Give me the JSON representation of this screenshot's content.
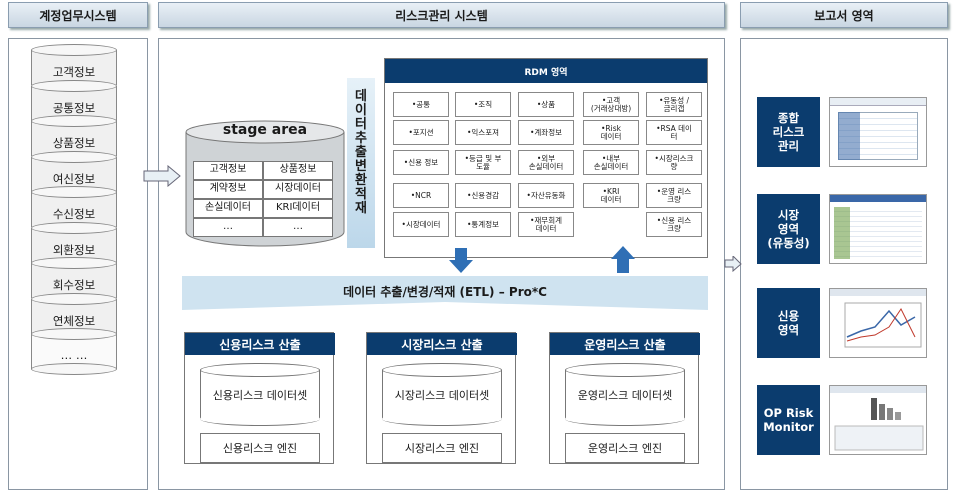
{
  "headers": {
    "left": "계정업무시스템",
    "center": "리스크관리 시스템",
    "right": "보고서 영역"
  },
  "source_items": [
    "고객정보",
    "공통정보",
    "상품정보",
    "여신정보",
    "수신정보",
    "외환정보",
    "회수정보",
    "연체정보",
    "… …"
  ],
  "stage": {
    "title": "stage area",
    "rows": [
      [
        "고객정보",
        "상품정보"
      ],
      [
        "계약정보",
        "시장데이터"
      ],
      [
        "손실데이터",
        "KRI데이터"
      ],
      [
        "…",
        "…"
      ]
    ]
  },
  "extract_label": "데이터추출변환적재",
  "rdm": {
    "title": "RDM  영역",
    "cells": [
      [
        "•공통",
        "•조직",
        "•상품",
        "•고객\n(거래상대방)",
        "•유동성 /\n금리갭"
      ],
      [
        "•포지션",
        "•익스포져",
        "•계좌정보",
        "•Risk\n데이터",
        "•RSA 데이\n터"
      ],
      [
        "•신용 정보",
        "•등급 및 부\n도율",
        "•외부\n손실데이터",
        "•내부\n손실데이터",
        "•시장리스크\n량"
      ],
      [
        "•NCR",
        "•신용경감",
        "•자산유동화",
        "•KRI\n데이터",
        "•운영 리스\n크량"
      ],
      [
        "•시장데이터",
        "•통계정보",
        "•재무회계\n데이터",
        "",
        "•신용 리스\n크량"
      ]
    ]
  },
  "etl_label": "데이터 추출/변경/적재 (ETL) – Pro*C",
  "engines": [
    {
      "title": "신용리스크 산출",
      "dataset": "신용리스크 데이터셋",
      "engine": "신용리스크 엔진"
    },
    {
      "title": "시장리스크 산출",
      "dataset": "시장리스크 데이터셋",
      "engine": "시장리스크 엔진"
    },
    {
      "title": "운영리스크 산출",
      "dataset": "운영리스크 데이터셋",
      "engine": "운영리스크 엔진"
    }
  ],
  "reports": [
    {
      "label": "종합\n리스크\n관리"
    },
    {
      "label": "시장\n영역\n(유동성)"
    },
    {
      "label": "신용\n영역"
    },
    {
      "label": "OP Risk\nMonitor"
    }
  ],
  "colors": {
    "navy": "#0b3c6e",
    "arrow_blue": "#2f6fb5",
    "light_band": "#cfe3f0"
  }
}
